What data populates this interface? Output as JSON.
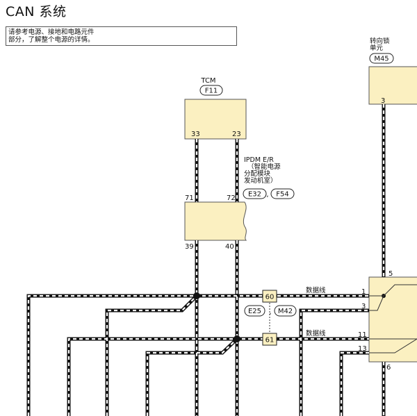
{
  "page": {
    "title": "CAN 系统",
    "note_lines": [
      "请参考电源、接地和电路元件",
      "部分，了解整个电源的详情。"
    ]
  },
  "tcm": {
    "name": "TCM",
    "connector": "F11",
    "pins": [
      "33",
      "23"
    ]
  },
  "ipdm": {
    "name_lines": [
      "IPDM E/R",
      "（智能电源",
      "分配模块",
      "发动机室）"
    ],
    "connectors": [
      "E32",
      "F54"
    ],
    "pins_top": [
      "71",
      "72"
    ],
    "pins_bottom": [
      "39",
      "40"
    ]
  },
  "steering_lock": {
    "name_lines": [
      "转向锁",
      "单元"
    ],
    "connector": "M45",
    "pin": "3"
  },
  "junctions": {
    "j60": "60",
    "j61": "61",
    "connectors": [
      "E25",
      "M42"
    ],
    "separator": ","
  },
  "wire_labels": {
    "data_line_1": "数据线",
    "data_line_2": "数据线"
  },
  "right_unit": {
    "pins": [
      "5",
      "1",
      "3",
      "11",
      "13",
      "6"
    ]
  },
  "colors": {
    "component_fill": "#fbf0c1",
    "wire_black": "#111111",
    "wire_white": "#ffffff"
  }
}
